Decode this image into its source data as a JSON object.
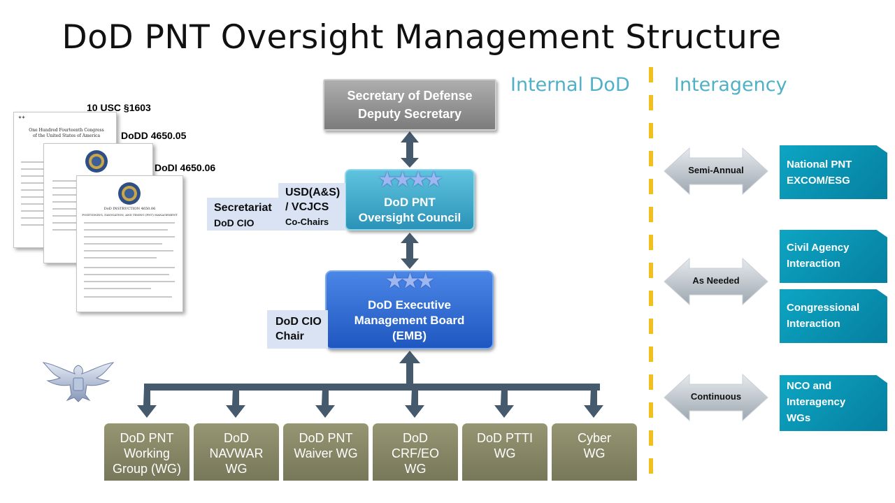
{
  "title": "DoD PNT Oversight Management Structure",
  "sections": {
    "internal": "Internal DoD",
    "interagency": "Interagency"
  },
  "documents": [
    {
      "label": "10 USC §1603",
      "header_text": "One Hundred Fourteenth Congress of the United States of America"
    },
    {
      "label": "DoDD 4650.05"
    },
    {
      "label": "DoDI 4650.06",
      "header_text": "DoD INSTRUCTION 4650.06",
      "subtitle": "POSITIONING, NAVIGATION, AND TIMING (PNT) MANAGEMENT"
    }
  ],
  "org": {
    "secdef": {
      "line1": "Secretary of Defense",
      "line2": "Deputy Secretary"
    },
    "council": {
      "stars": "★★★★",
      "line1": "DoD PNT",
      "line2": "Oversight Council"
    },
    "emb": {
      "stars": "★★★",
      "line1": "DoD Executive",
      "line2": "Management Board",
      "line3": "(EMB)"
    },
    "secretariat": {
      "line1": "Secretariat",
      "line2": "DoD CIO"
    },
    "cochairs": {
      "line1": "USD(A&S)",
      "line2": "/ VCJCS",
      "line3": "Co-Chairs"
    },
    "emb_chair": {
      "line1": "DoD CIO",
      "line2": "Chair"
    }
  },
  "working_groups": [
    {
      "lines": [
        "DoD PNT",
        "Working",
        "Group (WG)"
      ]
    },
    {
      "lines": [
        "DoD",
        "NAVWAR",
        "WG"
      ]
    },
    {
      "lines": [
        "DoD PNT",
        "Waiver WG"
      ]
    },
    {
      "lines": [
        "DoD",
        "CRF/EO",
        "WG"
      ]
    },
    {
      "lines": [
        "DoD PTTI",
        "WG"
      ]
    },
    {
      "lines": [
        "Cyber",
        "WG"
      ]
    }
  ],
  "interagency": [
    {
      "arrow": "Semi-Annual",
      "boxes": [
        {
          "lines": [
            "National PNT",
            "EXCOM/ESG"
          ]
        }
      ]
    },
    {
      "arrow": "As Needed",
      "boxes": [
        {
          "lines": [
            "Civil Agency",
            "Interaction"
          ]
        },
        {
          "lines": [
            "Congressional",
            "Interaction"
          ]
        }
      ]
    },
    {
      "arrow": "Continuous",
      "boxes": [
        {
          "lines": [
            "NCO and",
            "Interagency",
            "WGs"
          ]
        }
      ]
    }
  ],
  "colors": {
    "title": "#111111",
    "section_label": "#4fb0c6",
    "divider": "#f2c01e",
    "connector": "#465a6e",
    "teal": "#0a93b3",
    "wg": "#87876a"
  },
  "icons": {
    "eagle": "eagle-insignia-icon"
  }
}
